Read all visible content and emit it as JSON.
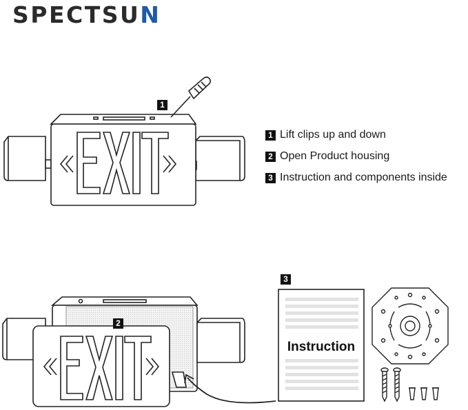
{
  "brand": {
    "name_main": "SPECTSU",
    "name_last": "N"
  },
  "sign": {
    "text": "EXIT",
    "left_chevron": "«",
    "right_chevron": "»"
  },
  "steps": [
    {
      "num": "1",
      "label": "Lift clips up and down"
    },
    {
      "num": "2",
      "label": "Open Product housing"
    },
    {
      "num": "3",
      "label": "Instruction and components inside"
    }
  ],
  "manual": {
    "title": "Instruction"
  },
  "colors": {
    "brand_dark": "#2b2b2b",
    "brand_accent": "#1e5aa8",
    "line": "#222222"
  }
}
